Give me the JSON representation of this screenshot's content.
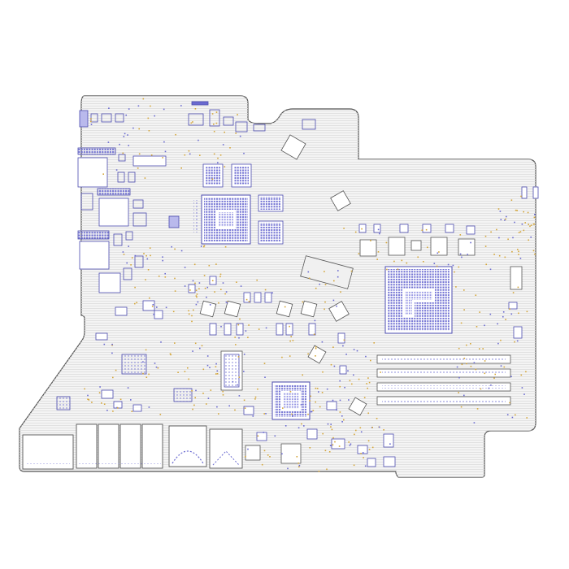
{
  "view": {
    "subject": "logic-board-layout",
    "background_color": "#ffffff"
  },
  "colors": {
    "board_fill": "#f4f4f4",
    "board_outline": "#555555",
    "hatch": "#dcdcdc",
    "component_outline": "#4b4bb0",
    "pad_fill": "#6a6ad0",
    "pad_fill_light": "#b9b9ec",
    "testpoint": "#d4a63a",
    "dark": "#333333"
  },
  "counts": {
    "dimm_slots": 4,
    "io_connectors_bottom": 6
  }
}
